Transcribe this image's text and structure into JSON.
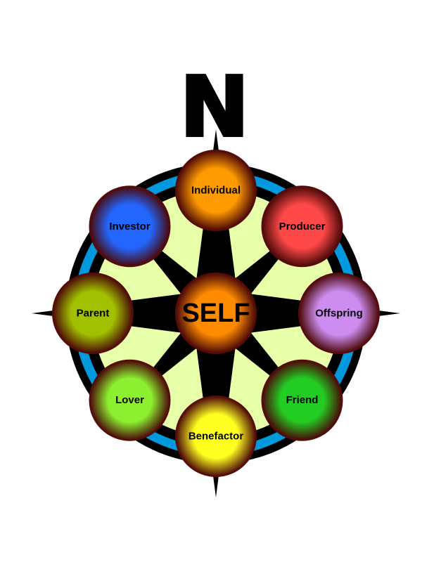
{
  "title": "N",
  "center": {
    "label": "SELF",
    "color": "#ff8c00"
  },
  "nodes": [
    {
      "label": "Individual",
      "color": "#ff9a00"
    },
    {
      "label": "Producer",
      "color": "#ff4848"
    },
    {
      "label": "Offspring",
      "color": "#cc8cf0"
    },
    {
      "label": "Friend",
      "color": "#22cc22"
    },
    {
      "label": "Benefactor",
      "color": "#ffff20"
    },
    {
      "label": "Lover",
      "color": "#8cf030"
    },
    {
      "label": "Parent",
      "color": "#a0c000"
    },
    {
      "label": "Investor",
      "color": "#2266ff"
    }
  ],
  "colors": {
    "ring": "#0099dd",
    "disk": "#e8ffaa",
    "edge": "#5a0a0a"
  }
}
